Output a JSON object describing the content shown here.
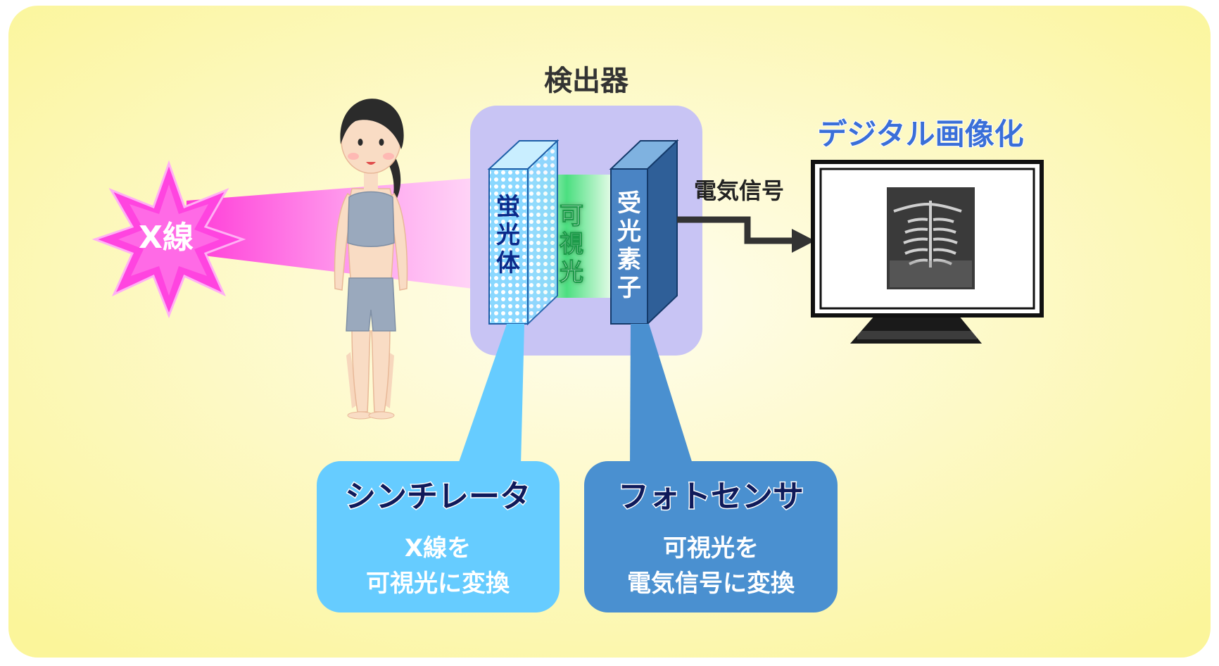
{
  "detector_title": "検出器",
  "xray_label": "X線",
  "phosphor_label": "蛍光体",
  "visible_light_label": "可視光",
  "photodetector_label": "受光素子",
  "electric_signal_label": "電気信号",
  "digital_title": "デジタル画像化",
  "scintillator": {
    "title": "シンチレータ",
    "line1": "X線を",
    "line2": "可視光に変換"
  },
  "photosensor": {
    "title": "フォトセンサ",
    "line1": "可視光を",
    "line2": "電気信号に変換"
  },
  "colors": {
    "background": "#fdf9c4",
    "xray": "#ff44e0",
    "detector_box": "#c8c4f4",
    "scintillator_box": "#66ccff",
    "photosensor_box": "#4a90d0",
    "visible_light": "#2ecc71"
  }
}
